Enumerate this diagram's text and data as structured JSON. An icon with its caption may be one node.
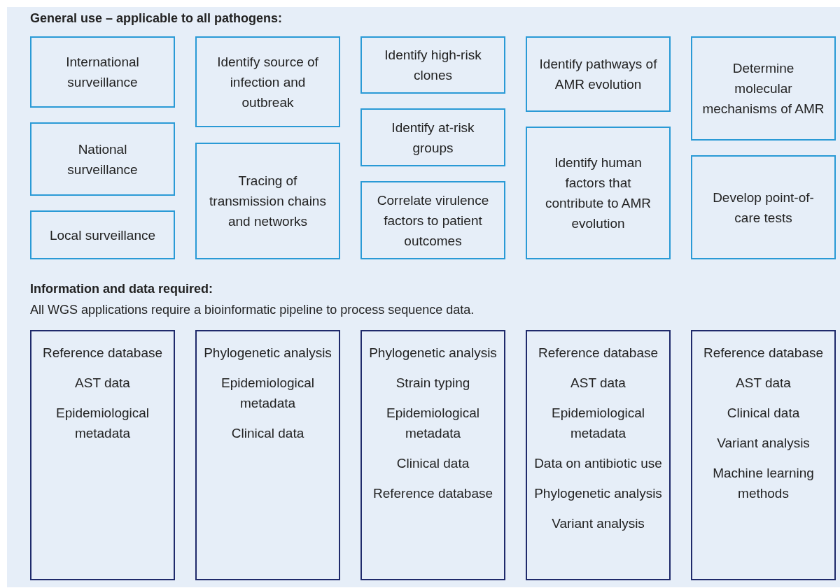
{
  "diagram": {
    "nodes": [
      {
        "text": [
          "International surveillance"
        ]
      },
      {
        "text": [
          "National surveillance"
        ]
      },
      {
        "text": [
          "Local surveillance"
        ]
      },
      {
        "text": [
          "Identify source of infection and outbreak"
        ]
      },
      {
        "text": [
          "Tracing of transmission chains and networks"
        ]
      },
      {
        "text": [
          "Identify high-risk clones"
        ]
      },
      {
        "text": [
          "Identify at-risk groups"
        ]
      },
      {
        "text": [
          "Correlate virulence factors to patient outcomes"
        ]
      },
      {
        "text": [
          "Identify pathways of AMR evolution"
        ]
      },
      {
        "text": [
          "Identify human factors that contribute to AMR evolution"
        ]
      },
      {
        "text": [
          "Determine molecular mechanisms of AMR"
        ]
      },
      {
        "text": [
          "Develop point-of-care tests"
        ]
      },
      {
        "text": [
          "Reference database",
          "AST data",
          "Epidemiological metadata"
        ]
      },
      {
        "text": [
          "Phylogenetic analysis",
          "Epidemiological metadata",
          "Clinical data"
        ]
      },
      {
        "text": [
          "Phylogenetic analysis",
          "Strain typing",
          "Epidemiological metadata",
          "Clinical data",
          "Reference database"
        ]
      },
      {
        "text": [
          "Reference database",
          "AST data",
          "Epidemiological metadata",
          "Data on antibiotic use",
          "Phylogenetic analysis",
          "Variant analysis"
        ]
      },
      {
        "text": [
          "Reference database",
          "AST data",
          "Clinical data",
          "Variant analysis",
          "Machine learning methods"
        ]
      }
    ],
    "edges": [],
    "labels": [
      "General use – applicable to all pathogens:",
      "Information and data required:",
      "All WGS applications require a bioinformatic pipeline to process sequence data."
    ]
  }
}
